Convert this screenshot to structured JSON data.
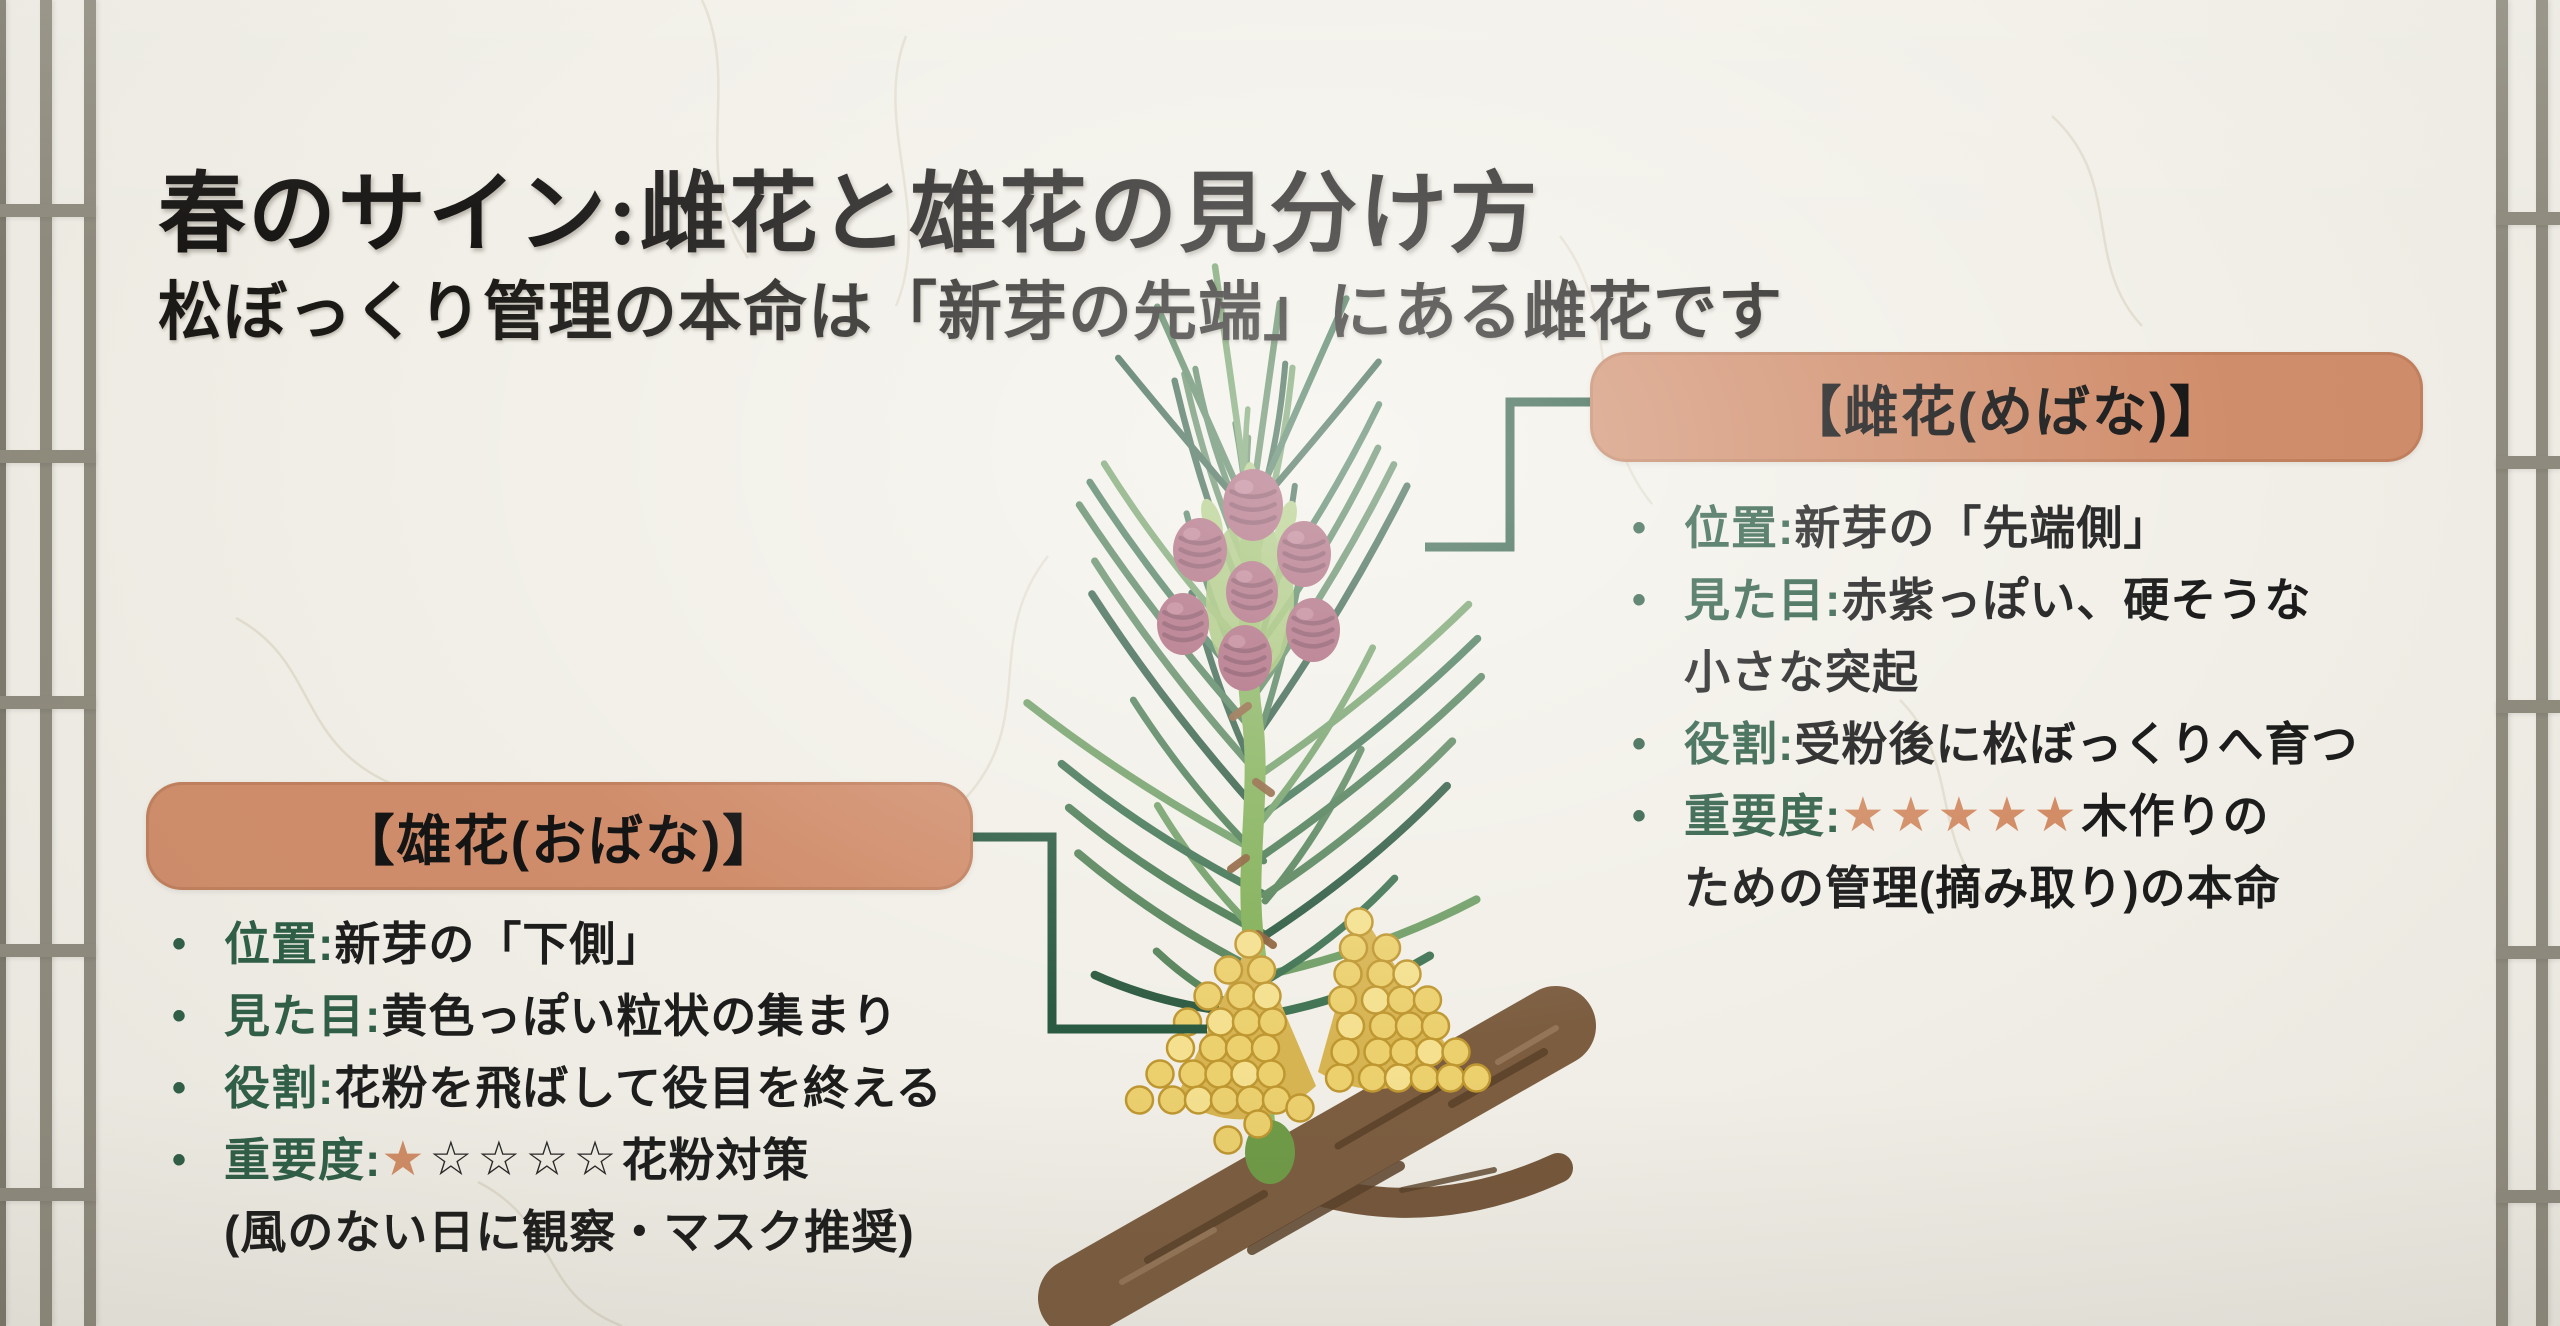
{
  "header": {
    "title": "春のサイン:雌花と雄花の見分け方",
    "subtitle": "松ぼっくり管理の本命は「新芽の先端」にある雌花です"
  },
  "glyphs": {
    "bullet": "•",
    "star_filled": "★",
    "star_empty": "☆"
  },
  "colors": {
    "accent_salmon": "#d08d6b",
    "label_green": "#2e5e46",
    "connector_green": "#2a5a41",
    "star_filled": "#d28d66",
    "paper": "#f1efe7"
  },
  "female_section": {
    "box_label": "【雌花(めばな)】",
    "items": [
      {
        "bullet": true,
        "segments": [
          {
            "style": "label",
            "text": "位置:"
          },
          {
            "style": "body",
            "text": "新芽の「先端側」"
          }
        ]
      },
      {
        "bullet": true,
        "segments": [
          {
            "style": "label",
            "text": "見た目:"
          },
          {
            "style": "body",
            "text": "赤紫っぽい、硬そうな"
          }
        ]
      },
      {
        "bullet": false,
        "segments": [
          {
            "style": "body",
            "text": "小さな突起"
          }
        ]
      },
      {
        "bullet": true,
        "segments": [
          {
            "style": "label",
            "text": "役割:"
          },
          {
            "style": "body",
            "text": "受粉後に松ぼっくりへ育つ"
          }
        ]
      },
      {
        "bullet": true,
        "segments": [
          {
            "style": "label",
            "text": "重要度:"
          },
          {
            "style": "star-filled",
            "text": "★★★★★"
          },
          {
            "style": "body",
            "text": " 木作りの"
          }
        ]
      },
      {
        "bullet": false,
        "segments": [
          {
            "style": "body",
            "text": "ための管理(摘み取り)の本命"
          }
        ]
      }
    ]
  },
  "male_section": {
    "box_label": "【雄花(おばな)】",
    "items": [
      {
        "bullet": true,
        "segments": [
          {
            "style": "label",
            "text": "位置:"
          },
          {
            "style": "body",
            "text": "新芽の「下側」"
          }
        ]
      },
      {
        "bullet": true,
        "segments": [
          {
            "style": "label",
            "text": "見た目:"
          },
          {
            "style": "body",
            "text": "黄色っぽい粒状の集まり"
          }
        ]
      },
      {
        "bullet": true,
        "segments": [
          {
            "style": "label",
            "text": "役割:"
          },
          {
            "style": "body",
            "text": "花粉を飛ばして役目を終える"
          }
        ]
      },
      {
        "bullet": true,
        "segments": [
          {
            "style": "label",
            "text": "重要度:"
          },
          {
            "style": "star-filled",
            "text": "★"
          },
          {
            "style": "star-empty",
            "text": "☆☆☆☆"
          },
          {
            "style": "body",
            "text": " 花粉対策"
          }
        ]
      },
      {
        "bullet": false,
        "segments": [
          {
            "style": "body",
            "text": "(風のない日に観察・マスク推奨)"
          }
        ]
      }
    ]
  }
}
